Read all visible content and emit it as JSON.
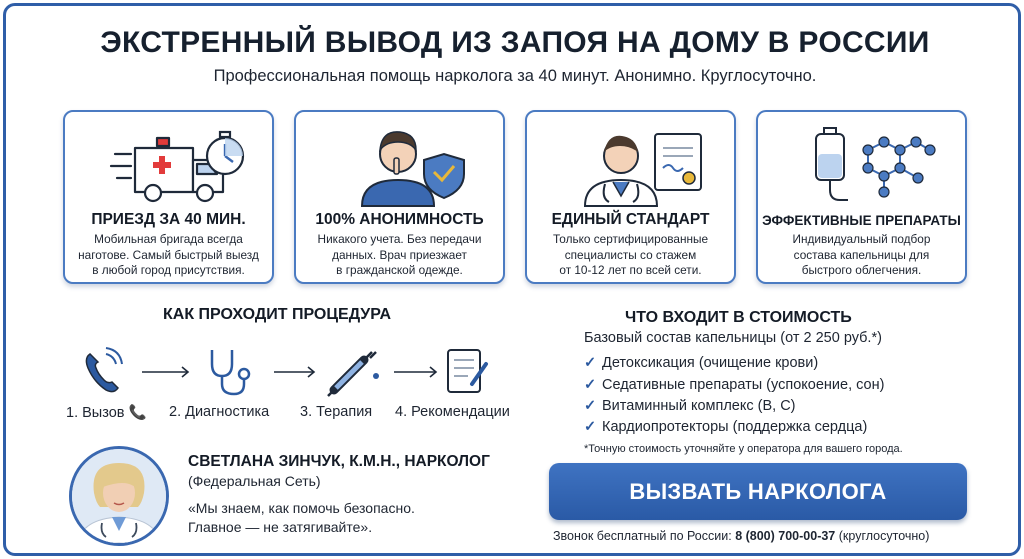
{
  "header": {
    "title": "ЭКСТРЕННЫЙ ВЫВОД ИЗ ЗАПОЯ НА ДОМУ В РОССИИ",
    "subtitle": "Профессиональная помощь нарколога за 40 минут. Анонимно. Круглосуточно."
  },
  "cards": [
    {
      "icon": "ambulance-stopwatch-icon",
      "title": "ПРИЕЗД ЗА 40 МИН.",
      "lines": [
        "Мобильная бригада всегда",
        "наготове. Самый быстрый выезд",
        "в любой город присутствия."
      ]
    },
    {
      "icon": "doctor-shield-icon",
      "title": "100% АНОНИМНОСТЬ",
      "lines": [
        "Никакого учета. Без передачи",
        "данных. Врач приезжает",
        "в гражданской одежде."
      ]
    },
    {
      "icon": "doctor-certificate-icon",
      "title": "ЕДИНЫЙ СТАНДАРТ",
      "lines": [
        "Только сертифицированные",
        "специалисты со стажем",
        "от 10-12 лет по всей сети."
      ]
    },
    {
      "icon": "iv-drip-molecule-icon",
      "title": "ЭФФЕКТИВНЫЕ ПРЕПАРАТЫ",
      "lines": [
        "Индивидуальный подбор",
        "состава капельницы для",
        "быстрого облегчения."
      ]
    }
  ],
  "procedure": {
    "title": "КАК ПРОХОДИТ ПРОЦЕДУРА",
    "steps": [
      {
        "icon": "phone-icon",
        "label": "1. Вызов 📞"
      },
      {
        "icon": "stethoscope-icon",
        "label": "2. Диагностика"
      },
      {
        "icon": "syringe-icon",
        "label": "3. Терапия"
      },
      {
        "icon": "clipboard-icon",
        "label": "4. Рекомендации"
      }
    ]
  },
  "included": {
    "title": "ЧТО ВХОДИТ В СТОИМОСТЬ",
    "subtitle": "Базовый состав капельницы (от 2 250 руб.*)",
    "items": [
      "Детоксикация (очищение крови)",
      "Седативные препараты (успокоение, сон)",
      "Витаминный комплекс (B, C)",
      "Кардиопротекторы (поддержка сердца)"
    ],
    "note": "*Точную стоимость уточняйте у оператора для вашего города."
  },
  "doctor": {
    "name": "СВЕТЛАНА ЗИНЧУК, К.М.Н., НАРКОЛОГ",
    "org": "(Федеральная Сеть)",
    "quote_line1": "«Мы знаем, как помочь безопасно.",
    "quote_line2": "Главное — не затягивайте»."
  },
  "cta": {
    "button_label": "ВЫЗВАТЬ НАРКОЛОГА",
    "hotline_prefix": "Звонок бесплатный по России:",
    "phone": "8 (800) 700-00-37",
    "hotline_suffix": "(круглосуточно)"
  },
  "colors": {
    "accent": "#2f5ea8",
    "button": "#3465b3",
    "text": "#1a1f2b"
  }
}
